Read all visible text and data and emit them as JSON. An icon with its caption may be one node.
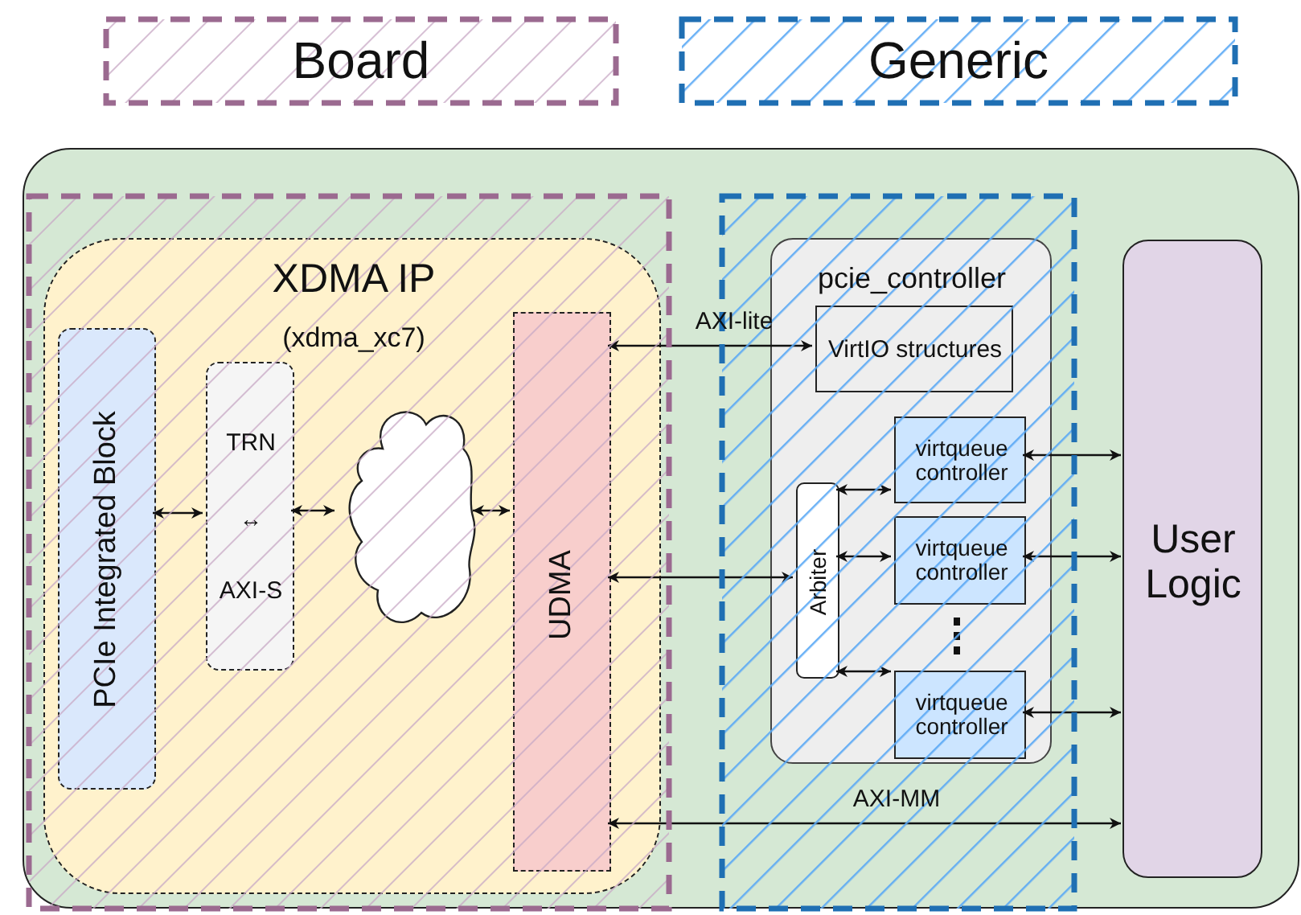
{
  "diagram": {
    "nodes": [
      {
        "text": [],
        "shape": "box"
      },
      {
        "text": [
          "XDMA IP",
          "(xdma_xc7)"
        ],
        "in": 0
      },
      {
        "text": [
          "PCIe Integrated Block"
        ],
        "in": 1
      },
      {
        "text": [
          "TRN",
          "↔",
          "AXI-S"
        ],
        "in": 1
      },
      {
        "text": [],
        "shape": "cloud",
        "in": 1
      },
      {
        "text": [
          "UDMA"
        ],
        "in": 1
      },
      {
        "text": [
          "pcie_controller"
        ],
        "in": 0
      },
      {
        "text": [
          "VirtIO structures"
        ],
        "in": 6
      },
      {
        "text": [
          "Arbiter"
        ],
        "in": 6
      },
      {
        "text": [
          "virtqueue controller"
        ],
        "in": 6
      },
      {
        "text": [
          "virtqueue controller"
        ],
        "in": 6
      },
      {
        "text": [
          "virtqueue controller"
        ],
        "in": 6
      },
      {
        "text": [
          "User Logic"
        ],
        "in": 0
      }
    ],
    "edges": [
      {
        "from": 2,
        "to": 3,
        "arrow": "both"
      },
      {
        "from": 3,
        "to": 4,
        "arrow": "both"
      },
      {
        "from": 4,
        "to": 5,
        "arrow": "both"
      },
      {
        "from": 5,
        "to": 7,
        "arrow": "both",
        "label": "AXI-lite"
      },
      {
        "from": 5,
        "to": 8,
        "arrow": "both"
      },
      {
        "from": 8,
        "to": 9,
        "arrow": "both"
      },
      {
        "from": 8,
        "to": 10,
        "arrow": "both"
      },
      {
        "from": 8,
        "to": 11,
        "arrow": "both"
      },
      {
        "from": 9,
        "to": 12,
        "arrow": "both"
      },
      {
        "from": 10,
        "to": 12,
        "arrow": "both"
      },
      {
        "from": 11,
        "to": 12,
        "arrow": "both"
      },
      {
        "from": 5,
        "to": 12,
        "arrow": "both",
        "label": "AXI-MM"
      }
    ],
    "legend": [
      {
        "text": "Board"
      },
      {
        "text": "Generic"
      }
    ]
  }
}
